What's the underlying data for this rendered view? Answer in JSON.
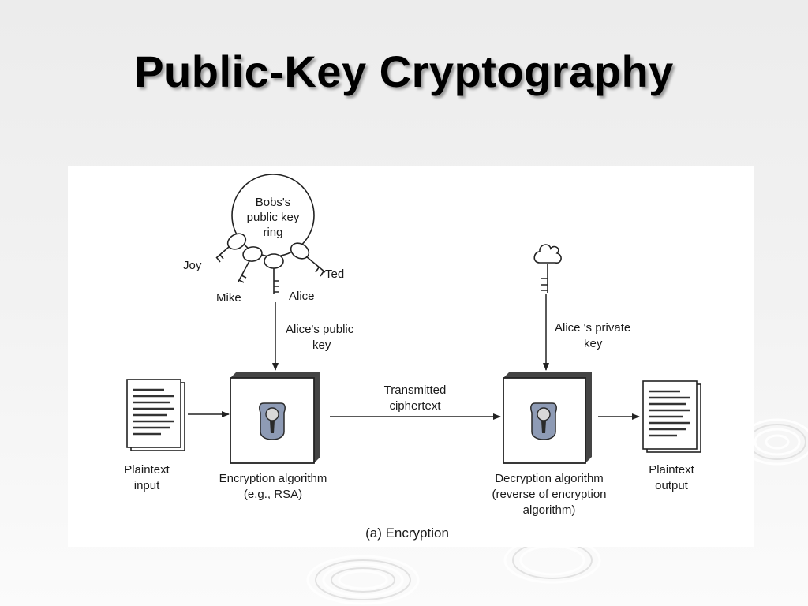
{
  "slide": {
    "title": "Public-Key Cryptography"
  },
  "diagram": {
    "key_ring": [
      "Bobs's",
      "public key",
      "ring"
    ],
    "key_names": {
      "joy": "Joy",
      "mike": "Mike",
      "alice": "Alice",
      "ted": "Ted"
    },
    "public_key_label": [
      "Alice's public",
      "key"
    ],
    "private_key_label": [
      "Alice 's private",
      "key"
    ],
    "ciphertext_label": [
      "Transmitted",
      "ciphertext"
    ],
    "plaintext_input": [
      "Plaintext",
      "input"
    ],
    "encryption_box": [
      "Encryption algorithm",
      "(e.g., RSA)"
    ],
    "decryption_box": [
      "Decryption algorithm",
      "(reverse of encryption",
      "algorithm)"
    ],
    "plaintext_output": [
      "Plaintext",
      "output"
    ],
    "caption": "(a) Encryption"
  },
  "colors": {
    "lock": "#8e9bb5",
    "lock_outline": "#2a2a2a"
  }
}
